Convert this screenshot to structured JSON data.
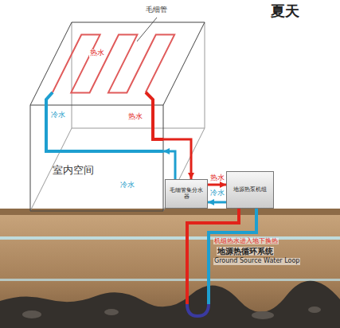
{
  "diagram": {
    "title": "夏天",
    "nodes": [
      {
        "text": [
          "室内空间"
        ]
      },
      {
        "text": [
          "毛细管集分水器"
        ]
      },
      {
        "text": [
          "地源热泵机组"
        ]
      }
    ],
    "edges": [
      {
        "from": 0,
        "to": 1,
        "arrow": "to"
      },
      {
        "from": 1,
        "to": 0,
        "arrow": "to"
      },
      {
        "from": 1,
        "to": 2,
        "label": "热水",
        "arrow": "to"
      },
      {
        "from": 2,
        "to": 1,
        "label": "冷水",
        "arrow": "to"
      }
    ],
    "labels": [
      "毛细管",
      "热水",
      "冷水",
      "热水",
      "冷水",
      "机组热水进入地下换热",
      "地源热循环系统",
      "Ground Source Water Loop"
    ]
  }
}
